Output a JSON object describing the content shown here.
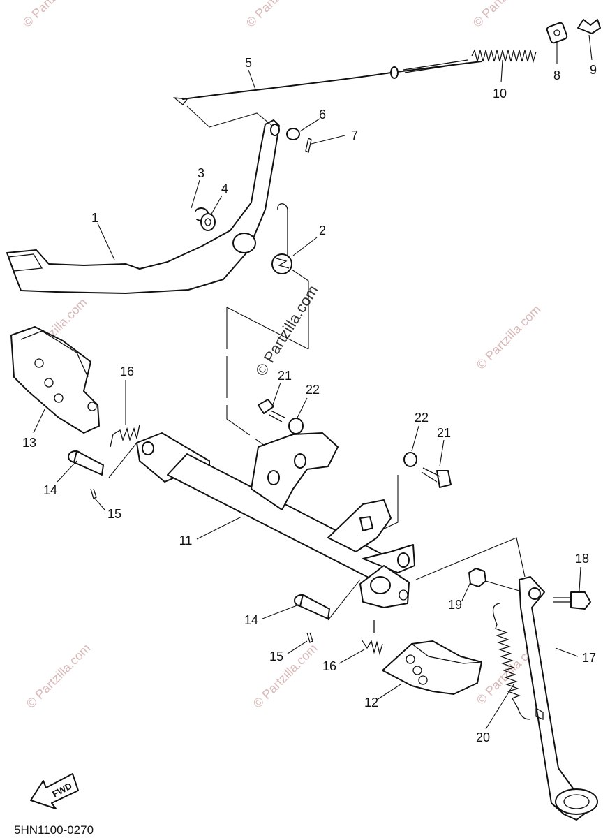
{
  "watermark": {
    "text": "© Partzilla.com",
    "center_text": "© Partzilla.com"
  },
  "diagram_code": "5HN1100-0270",
  "fwd_arrow_label": "FWD",
  "callouts": [
    "1",
    "2",
    "3",
    "4",
    "5",
    "6",
    "7",
    "8",
    "9",
    "10",
    "11",
    "12",
    "13",
    "14",
    "15",
    "16",
    "17",
    "18",
    "19",
    "20",
    "21",
    "22",
    "13",
    "14",
    "15",
    "16",
    "21",
    "22"
  ]
}
